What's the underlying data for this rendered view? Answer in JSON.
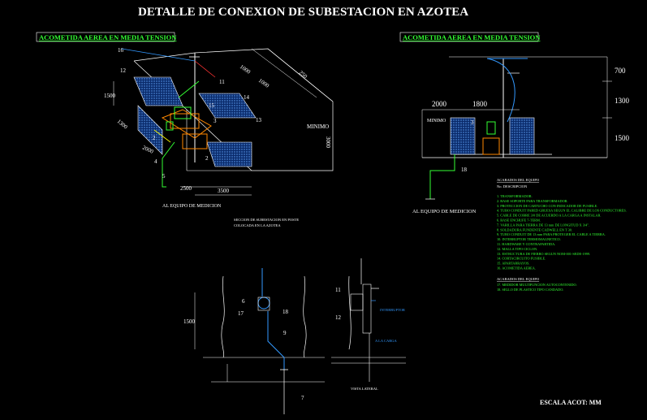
{
  "title": "DETALLE DE CONEXION DE SUBESTACION EN AZOTEA",
  "left_panel": {
    "header": "ACOMETIDA AEREA EN MEDIA TENSION",
    "dims": {
      "d1000a": "1000",
      "d1000b": "1000",
      "d250": "250",
      "d1500": "1500",
      "d1300": "1300",
      "d3000": "3000",
      "d2000": "2000",
      "d3500": "3500",
      "d2500": "2500",
      "minimo": "MINIMO"
    },
    "labels": {
      "n16": "16",
      "n12": "12",
      "n14": "14",
      "n15": "15",
      "n13": "13",
      "n3": "3",
      "n2": "2",
      "n4": "4",
      "n5": "5",
      "n11": "11"
    },
    "bottom_note": "AL EQUIPO DE MEDICION",
    "caption_line1": "SECCION DE SUBESTACION EN POSTE",
    "caption_line2": "COLOCADA EN LA AZOTEA"
  },
  "right_panel": {
    "header": "ACOMETIDA AEREA EN MEDIA TENSION",
    "dims": {
      "d700": "700",
      "d1300": "1300",
      "d1500": "1500",
      "d2000": "2000",
      "d1800": "1800",
      "minimo": "MINIMO"
    },
    "labels": {
      "n3": "3",
      "n18": "18"
    },
    "bottom_note": "AL EQUIPO DE MEDICION"
  },
  "legend": {
    "section1_title": "ACABADOS DEL EQUIPO",
    "col_header": "No. DESCRIPCION",
    "items": [
      "1.  TRANSFORMADOR.",
      "2.  BASE SOPORTE PARA TRANSFORMADOR.",
      "3.  PROTECCION DE CARTUCHO CON INDICADOR DE FUSIBLE.",
      "4.  TUBO CONDUIT PARED GRUESA SEGUN EL CALIBRE DE LOS CONDUCTORES.",
      "5.  CABLE DE COBRE 3/0 DE ACUERDO A LA CARGA A INSTALAR.",
      "6.  BASE ENCHUFE 7-TERM.",
      "7.  VARILLA PARA TIERRA DE 13 mm DE LONGITUD X 3/4\".",
      "8.  SOLDADURA FUNDENTE CADWELL EN T 30.",
      "9.  TUBO CONDUIT DE 13 mm PARA PROTEGER EL CABLE A TIERRA.",
      "10. INTERRUPTOR TERMOMAGNETICO.",
      "11. HARDWARE Y CONTRAPARTIDA.",
      "12. MALLA TIPO CICLON.",
      "13. ESTRUCTURA DE FIERRO SEGUN NOM-001-SEDE-1999.",
      "14. CORTACIRCUITO FUSIBLE.",
      "15. APARTARRAYOS.",
      "16. ACOMETIDA AEREA."
    ],
    "section2_title": "ACABADOS DEL EQUIPO",
    "items2": [
      "17. MEDIDOR MULTIFUNCION AUTOCONTENIDO.",
      "18. SELLO DE PLASTICO TIPO CANDADO."
    ]
  },
  "detail_bottom": {
    "dim1500": "1500",
    "labels": {
      "n6": "6",
      "n17": "17",
      "n18": "18",
      "n9": "9",
      "n7": "7",
      "n11": "11",
      "n12": "12"
    },
    "note_interruptor": "INTERRUPTOR",
    "note_ala_carga": "A LA CARGA",
    "caption": "VISTA LATERAL"
  },
  "scale_note": "ESCALA    ACOT: MM"
}
